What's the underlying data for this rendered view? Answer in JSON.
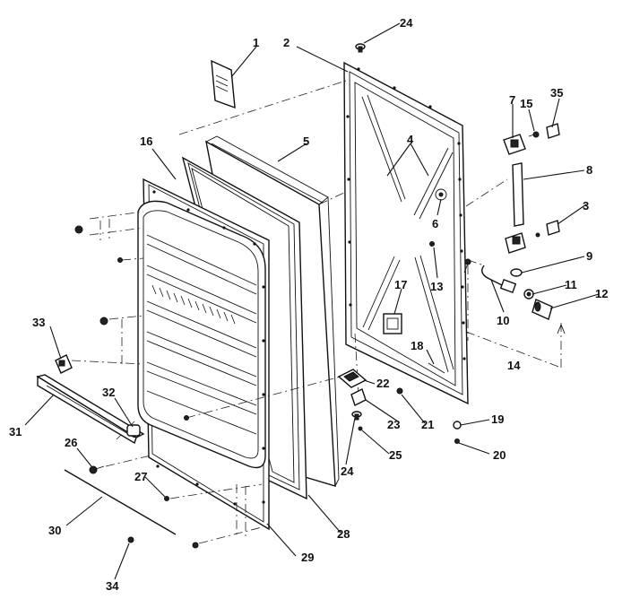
{
  "diagram": {
    "callouts": [
      "1",
      "2",
      "3",
      "4",
      "5",
      "6",
      "7",
      "8",
      "9",
      "10",
      "11",
      "12",
      "13",
      "14",
      "15",
      "16",
      "17",
      "18",
      "19",
      "20",
      "21",
      "22",
      "23",
      "24",
      "24",
      "25",
      "26",
      "27",
      "28",
      "29",
      "30",
      "31",
      "32",
      "33",
      "34",
      "35"
    ]
  }
}
